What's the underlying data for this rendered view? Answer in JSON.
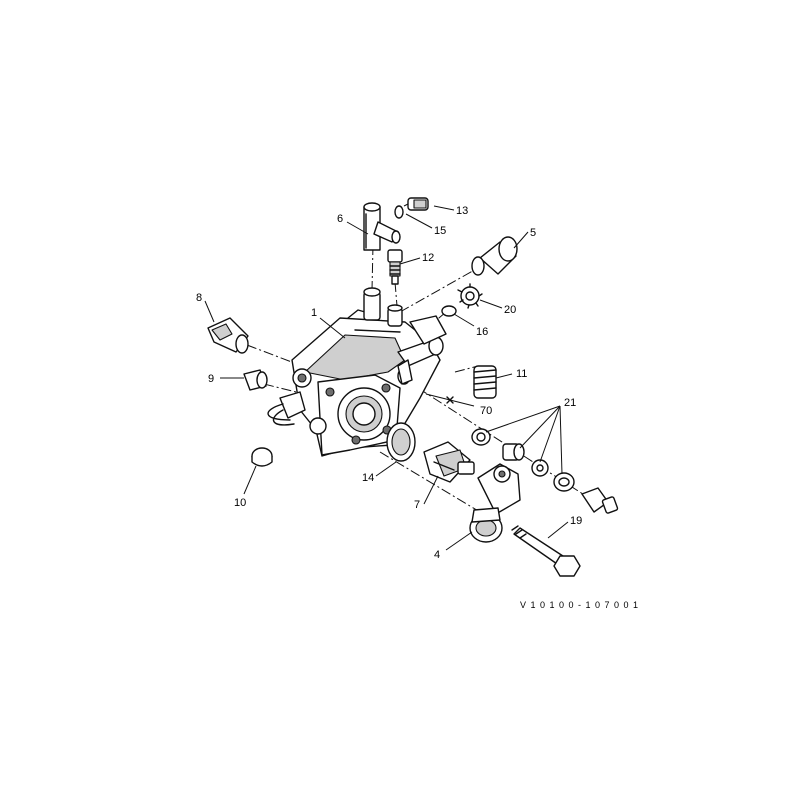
{
  "labels": {
    "l1": "1",
    "l4": "4",
    "l5": "5",
    "l6": "6",
    "l7": "7",
    "l8": "8",
    "l9": "9",
    "l10": "10",
    "l11": "11",
    "l12": "12",
    "l13": "13",
    "l14": "14",
    "l15": "15",
    "l16": "16",
    "l19": "19",
    "l20": "20",
    "l21": "21",
    "l70": "70"
  },
  "reference_code": "V 1 0 1 0 0 - 1 0 7 0 0 1"
}
